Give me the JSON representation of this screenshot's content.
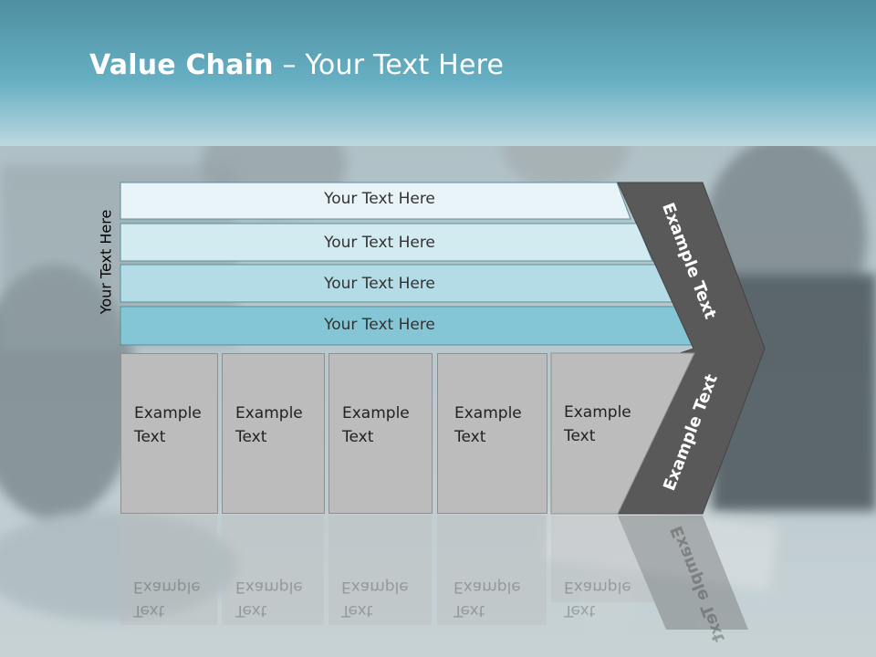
{
  "slide": {
    "title_bold": "Value Chain",
    "title_rest": " – Your Text Here",
    "side_label": "Your Text Here"
  },
  "rows": [
    {
      "label": "Your Text Here"
    },
    {
      "label": "Your Text Here"
    },
    {
      "label": "Your Text Here"
    },
    {
      "label": "Your Text Here"
    }
  ],
  "boxes": [
    {
      "line1": "Example",
      "line2": "Text"
    },
    {
      "line1": "Example",
      "line2": "Text"
    },
    {
      "line1": "Example",
      "line2": "Text"
    },
    {
      "line1": "Example",
      "line2": "Text"
    },
    {
      "line1": "Example",
      "line2": "Text"
    }
  ],
  "arrow": {
    "upper_text": "Example Text",
    "lower_text": "Example Text"
  },
  "colors": {
    "header_teal": "#5aa8bb",
    "row1": "#e8f4f8",
    "row2": "#d2ebf1",
    "row3": "#b4dce6",
    "row4": "#84c6d6",
    "box_gray": "#bcbcbc",
    "chevron_dark": "#595959"
  }
}
